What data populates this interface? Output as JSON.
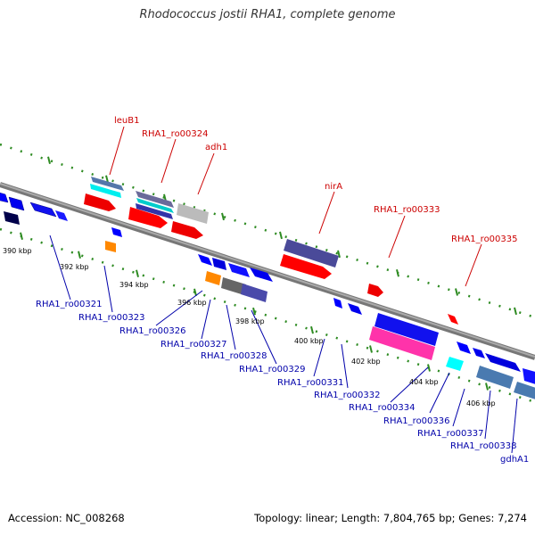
{
  "header": {
    "title": "Rhodococcus jostii RHA1, complete genome"
  },
  "footer": {
    "accession": "Accession: NC_008268",
    "stats": "Topology: linear; Length: 7,804,765 bp; Genes: 7,274"
  },
  "colors": {
    "backbone": "#888888",
    "tick": "#2e8b22",
    "red_label": "#cc0000",
    "blue_label": "#0000aa"
  },
  "scale_labels": [
    "390 kbp",
    "392 kbp",
    "394 kbp",
    "396 kbp",
    "398 kbp",
    "400 kbp",
    "402 kbp",
    "404 kbp",
    "406 kbp"
  ],
  "top_labels": [
    "leuB1",
    "RHA1_ro00324",
    "adh1",
    "nirA",
    "RHA1_ro00333",
    "RHA1_ro00335"
  ],
  "bottom_labels": [
    "RHA1_ro00321",
    "RHA1_ro00323",
    "RHA1_ro00326",
    "RHA1_ro00327",
    "RHA1_ro00328",
    "RHA1_ro00329",
    "RHA1_ro00331",
    "RHA1_ro00332",
    "RHA1_ro00334",
    "RHA1_ro00336",
    "RHA1_ro00337",
    "RHA1_ro00338",
    "gdhA1"
  ]
}
